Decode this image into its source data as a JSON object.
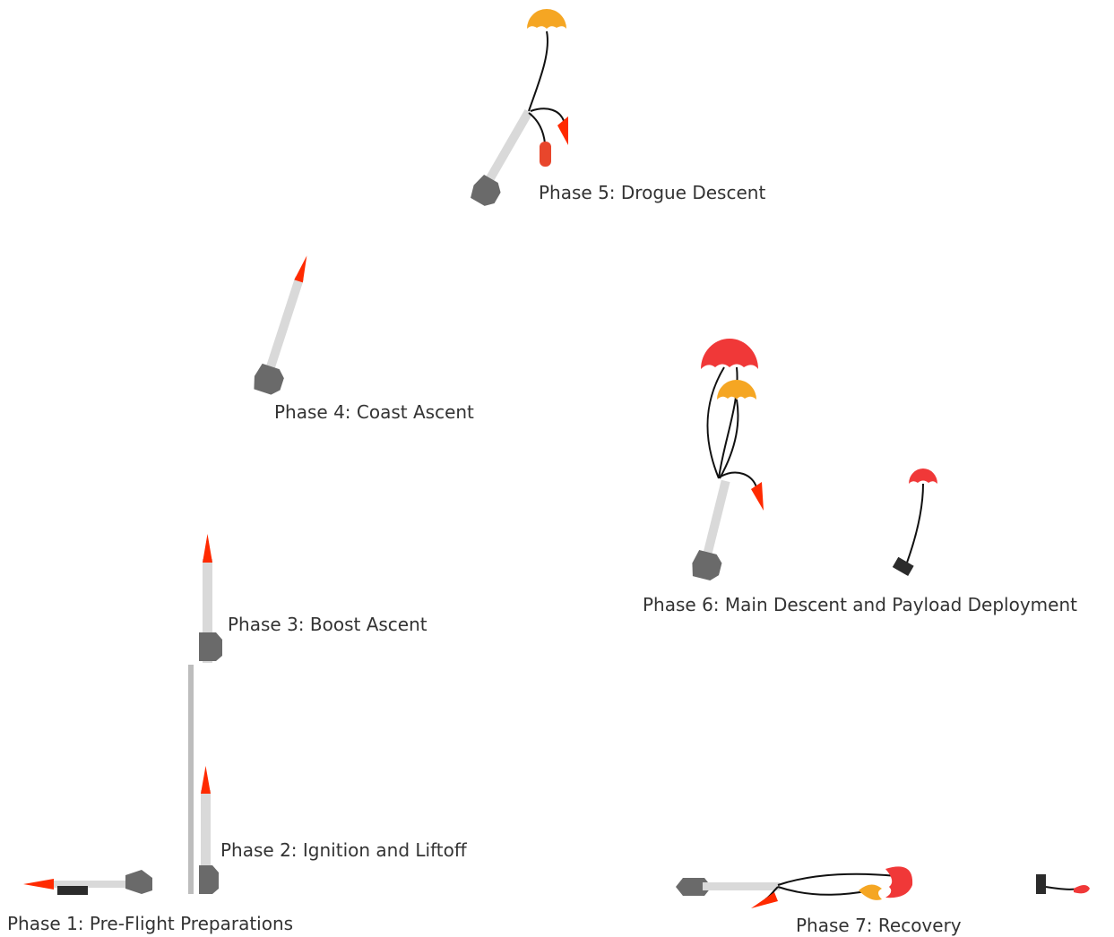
{
  "colors": {
    "body": "#d9d9d9",
    "fin": "#6a6a6a",
    "nose": "#ff2a00",
    "tether": "#111111",
    "rail": "#bdbdbd",
    "payload": "#2b2b2b",
    "main_chute": "#f03838",
    "drogue_chute": "#f5a623",
    "payload_chute": "#f03838",
    "label": "#333333",
    "section": "#e8462c"
  },
  "phases": [
    {
      "label": "Phase 1: Pre-Flight Preparations"
    },
    {
      "label": "Phase 2: Ignition and Liftoff"
    },
    {
      "label": "Phase 3: Boost Ascent"
    },
    {
      "label": "Phase 4: Coast Ascent"
    },
    {
      "label": "Phase 5: Drogue Descent"
    },
    {
      "label": "Phase 6: Main Descent and Payload Deployment"
    },
    {
      "label": "Phase 7: Recovery"
    }
  ]
}
